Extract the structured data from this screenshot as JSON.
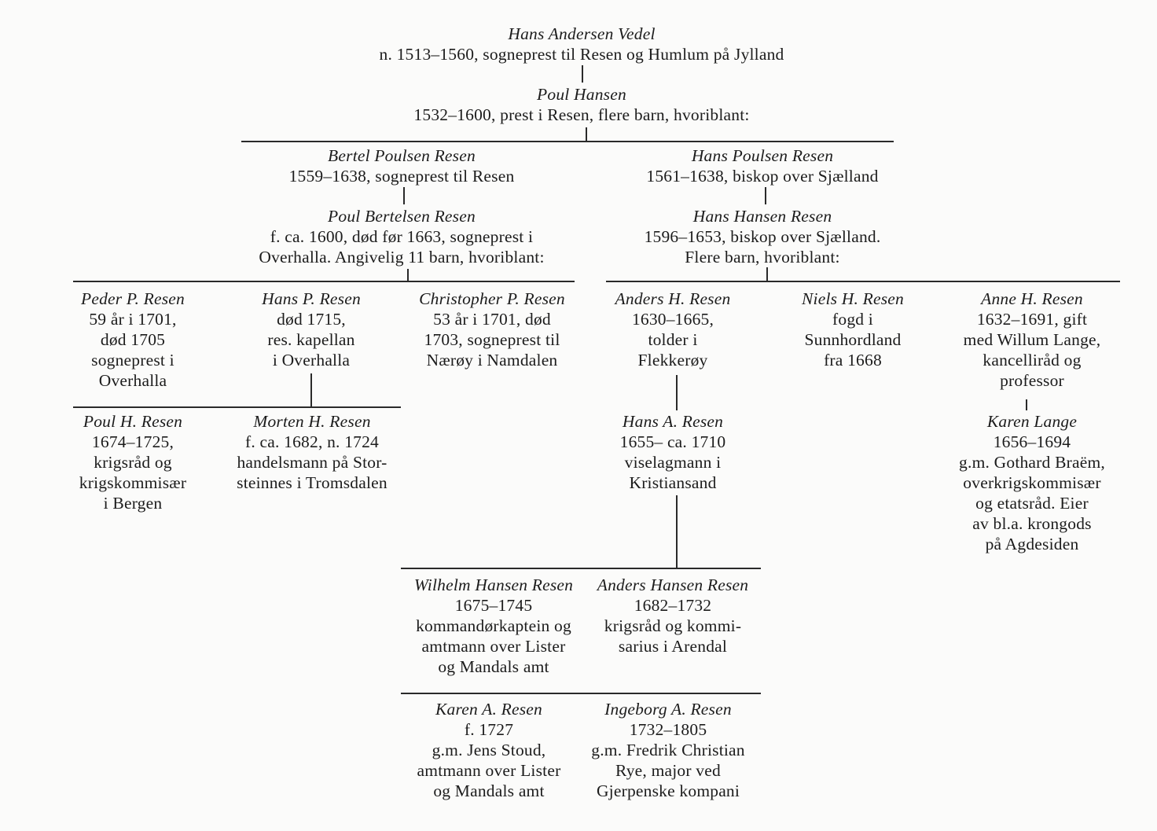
{
  "title": "Resen family tree",
  "nodes": [
    {
      "name": "Hans Andersen Vedel",
      "lines": [
        "n. 1513–1560, sogneprest til Resen og Humlum på Jylland"
      ]
    },
    {
      "name": "Poul Hansen",
      "lines": [
        "1532–1600, prest i Resen, flere barn, hvoriblant:"
      ]
    },
    {
      "name": "Bertel Poulsen Resen",
      "lines": [
        "1559–1638, sogneprest til Resen"
      ]
    },
    {
      "name": "Hans Poulsen Resen",
      "lines": [
        "1561–1638, biskop over Sjælland"
      ]
    },
    {
      "name": "Poul Bertelsen Resen",
      "lines": [
        "f. ca. 1600, død før 1663, sogneprest i",
        "Overhalla. Angivelig 11 barn, hvoriblant:"
      ]
    },
    {
      "name": "Hans Hansen Resen",
      "lines": [
        "1596–1653, biskop over Sjælland.",
        "Flere barn, hvoriblant:"
      ]
    },
    {
      "name": "Peder P. Resen",
      "lines": [
        "59 år i 1701,",
        "død 1705",
        "sogneprest i",
        "Overhalla"
      ]
    },
    {
      "name": "Hans P. Resen",
      "lines": [
        "død 1715,",
        "res. kapellan",
        "i Overhalla"
      ]
    },
    {
      "name": "Christopher P. Resen",
      "lines": [
        "53 år i 1701, død",
        "1703, sogneprest til",
        "Nærøy i Namdalen"
      ]
    },
    {
      "name": "Anders H. Resen",
      "lines": [
        "1630–1665,",
        "tolder i",
        "Flekkerøy"
      ]
    },
    {
      "name": "Niels H. Resen",
      "lines": [
        "fogd i",
        "Sunnhordland",
        "fra 1668"
      ]
    },
    {
      "name": "Anne H. Resen",
      "lines": [
        "1632–1691, gift",
        "med Willum Lange,",
        "kancelliråd og",
        "professor"
      ]
    },
    {
      "name": "Poul H. Resen",
      "lines": [
        "1674–1725,",
        "krigsråd og",
        "krigskommisær",
        "i Bergen"
      ]
    },
    {
      "name": "Morten H. Resen",
      "lines": [
        "f. ca. 1682, n. 1724",
        "handelsmann på Stor-",
        "steinnes i Tromsdalen"
      ]
    },
    {
      "name": "Hans A. Resen",
      "lines": [
        "1655– ca. 1710",
        "viselagmann i",
        "Kristiansand"
      ]
    },
    {
      "name": "Karen Lange",
      "lines": [
        "1656–1694",
        "g.m. Gothard Braëm,",
        "overkrigskommisær",
        "og etatsråd. Eier",
        "av bl.a. krongods",
        "på Agdesiden"
      ]
    },
    {
      "name": "Wilhelm Hansen Resen",
      "lines": [
        "1675–1745",
        "kommandørkaptein og",
        "amtmann over Lister",
        "og Mandals amt"
      ]
    },
    {
      "name": "Anders Hansen Resen",
      "lines": [
        "1682–1732",
        "krigsråd og kommi-",
        "sarius i Arendal"
      ]
    },
    {
      "name": "Karen A. Resen",
      "lines": [
        "f. 1727",
        "g.m. Jens Stoud,",
        "amtmann over Lister",
        "og Mandals amt"
      ]
    },
    {
      "name": "Ingeborg A. Resen",
      "lines": [
        "1732–1805",
        "g.m. Fredrik Christian",
        "Rye, major ved",
        "Gjerpenske kompani"
      ]
    }
  ]
}
